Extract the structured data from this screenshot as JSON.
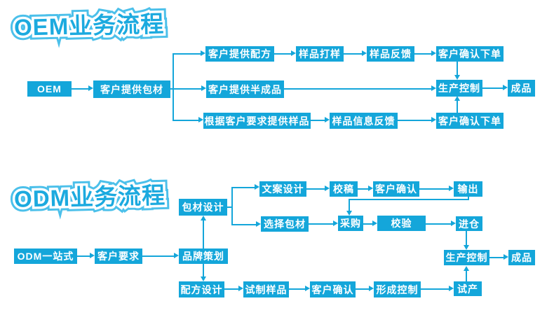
{
  "colors": {
    "accent": "#14a6da",
    "title_fill": "#1caadf",
    "title_outline": "#ffffff",
    "box_text": "#ffffff",
    "background": "#ffffff"
  },
  "oem": {
    "title": "OEM业务流程",
    "start": "OEM",
    "provide_packaging": "客户提供包材",
    "provide_formula": "客户提供配方",
    "sample_proofing": "样品打样",
    "sample_feedback": "样品反馈",
    "confirm_order_top": "客户确认下单",
    "provide_semifinished": "客户提供半成品",
    "production_control": "生产控制",
    "finished_product": "成品",
    "provide_sample_by_request": "根据客户要求提供样品",
    "sample_info_feedback": "样品信息反馈",
    "confirm_order_bottom": "客户确认下单"
  },
  "odm": {
    "title": "ODM业务流程",
    "start": "ODM一站式",
    "customer_requirements": "客户要求",
    "brand_planning": "品牌策划",
    "packaging_design": "包材设计",
    "copy_design": "文案设计",
    "proofreading": "校稿",
    "customer_confirm_top": "客户确认",
    "output": "输出",
    "select_packaging": "选择包材",
    "purchase": "采购",
    "verification": "校验",
    "warehousing": "进仓",
    "formula_design": "配方设计",
    "trial_sample": "试制样品",
    "customer_confirm_bottom": "客户确认",
    "forming_control": "形成控制",
    "trial_production": "试产",
    "production_control": "生产控制",
    "finished_product": "成品"
  }
}
